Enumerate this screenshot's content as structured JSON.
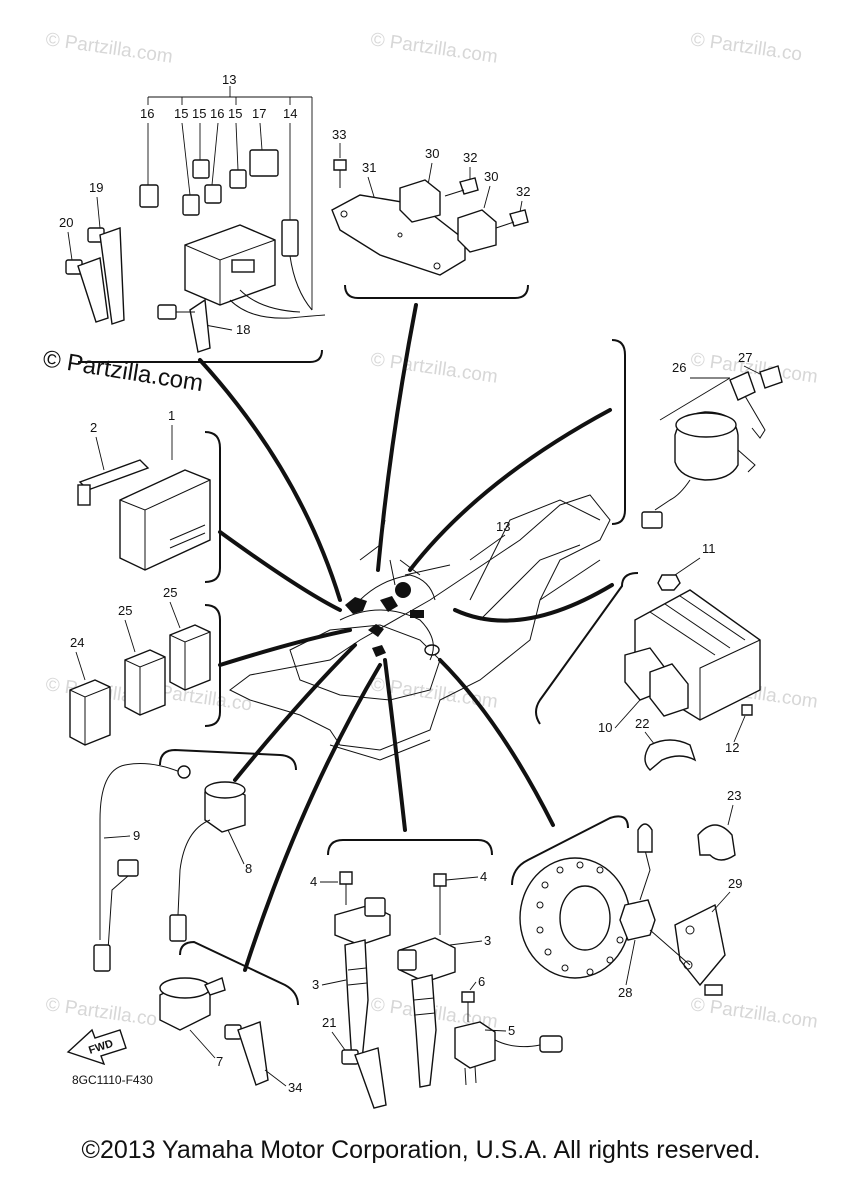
{
  "watermarks": [
    "© Partzilla.com",
    "© Partzilla.com",
    "© Partzilla.co",
    "© Partzilla.com",
    "© Partzilla.com",
    "© Partzilla.co",
    "© Partzilla.com",
    "© Partzilla.com",
    "© Partzilla.co",
    "© Partzilla.com",
    "© Partzilla.com",
    "© Partzilla.co"
  ],
  "watermark_main": "© Partzilla.com",
  "drawing_code": "8GC1110-F430",
  "fwd_label": "FWD",
  "copyright": "©2013 Yamaha Motor Corporation, U.S.A. All rights reserved.",
  "callouts": {
    "c1": "1",
    "c2": "2",
    "c3a": "3",
    "c3b": "3",
    "c4a": "4",
    "c4b": "4",
    "c5": "5",
    "c6": "6",
    "c7": "7",
    "c8": "8",
    "c9": "9",
    "c10": "10",
    "c11": "11",
    "c12": "12",
    "c13top": "13",
    "c13mid": "13",
    "c14": "14",
    "c15a": "15",
    "c15b": "15",
    "c15c": "15",
    "c16a": "16",
    "c16b": "16",
    "c17": "17",
    "c18": "18",
    "c19": "19",
    "c20": "20",
    "c21": "21",
    "c22": "22",
    "c23": "23",
    "c24": "24",
    "c25a": "25",
    "c25b": "25",
    "c26": "26",
    "c27": "27",
    "c28": "28",
    "c29": "29",
    "c30a": "30",
    "c30b": "30",
    "c31": "31",
    "c32a": "32",
    "c32b": "32",
    "c33": "33",
    "c34": "34"
  }
}
